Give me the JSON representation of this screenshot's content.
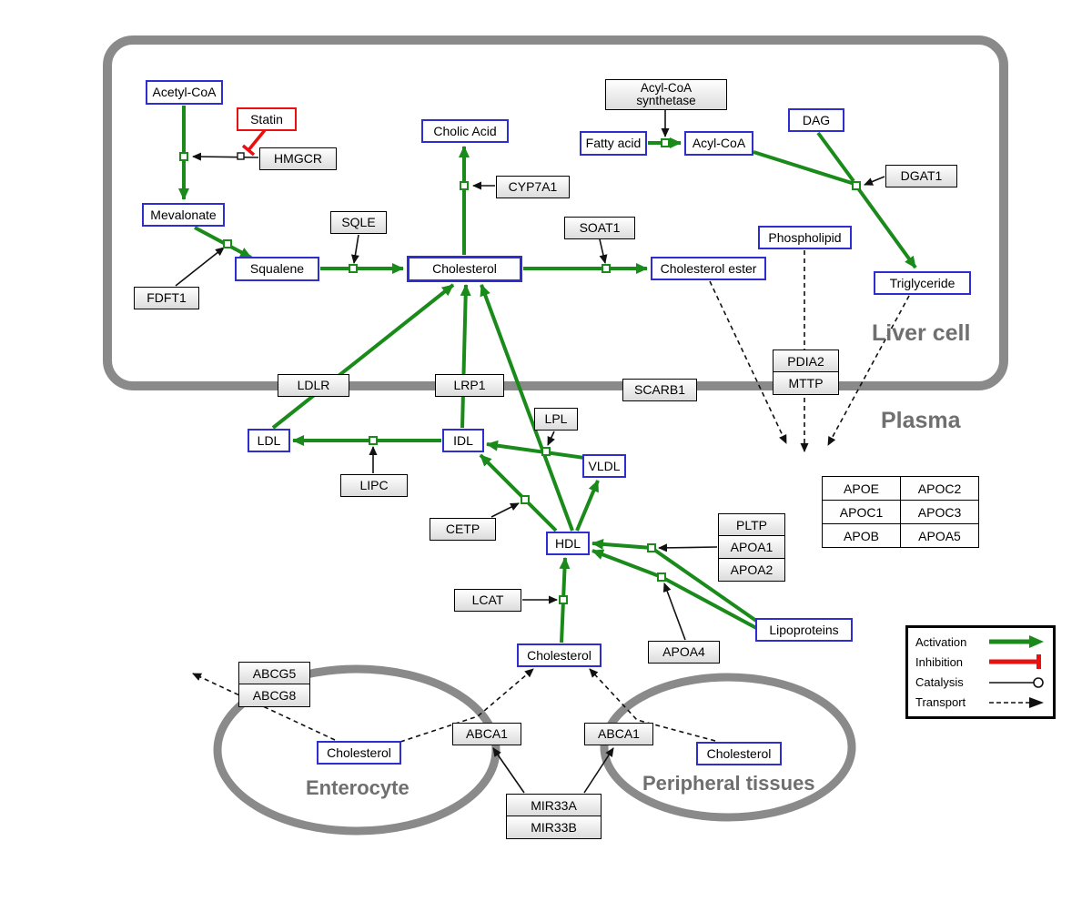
{
  "regions": {
    "liver_cell": "Liver cell",
    "plasma": "Plasma",
    "enterocyte": "Enterocyte",
    "peripheral_tissues": "Peripheral tissues"
  },
  "metabolites": {
    "acetyl_coa": "Acetyl-CoA",
    "mevalonate": "Mevalonate",
    "squalene": "Squalene",
    "cholesterol": "Cholesterol",
    "cholic_acid": "Cholic Acid",
    "fatty_acid": "Fatty acid",
    "acyl_coa": "Acyl-CoA",
    "dag": "DAG",
    "phospholipid": "Phospholipid",
    "cholesterol_ester": "Cholesterol ester",
    "triglyceride": "Triglyceride",
    "ldl": "LDL",
    "idl": "IDL",
    "vldl": "VLDL",
    "hdl": "HDL",
    "lipoproteins": "Lipoproteins"
  },
  "drugs": {
    "statin": "Statin"
  },
  "proteins": {
    "hmgcr": "HMGCR",
    "fdft1": "FDFT1",
    "sqle": "SQLE",
    "cyp7a1": "CYP7A1",
    "soat1": "SOAT1",
    "acyl_coa_synthetase_line1": "Acyl-CoA",
    "acyl_coa_synthetase_line2": "synthetase",
    "dgat1": "DGAT1",
    "ldlr": "LDLR",
    "lrp1": "LRP1",
    "scarb1": "SCARB1",
    "pdia2": "PDIA2",
    "mttp": "MTTP",
    "lipc": "LIPC",
    "lpl": "LPL",
    "cetp": "CETP",
    "lcat": "LCAT",
    "pltp": "PLTP",
    "apoa1": "APOA1",
    "apoa2": "APOA2",
    "apoa4": "APOA4",
    "abcg5": "ABCG5",
    "abcg8": "ABCG8",
    "abca1": "ABCA1",
    "mir33a": "MIR33A",
    "mir33b": "MIR33B"
  },
  "apo_table": {
    "rows": [
      [
        "APOE",
        "APOC2"
      ],
      [
        "APOC1",
        "APOC3"
      ],
      [
        "APOB",
        "APOA5"
      ]
    ]
  },
  "legend": {
    "activation": "Activation",
    "inhibition": "Inhibition",
    "catalysis": "Catalysis",
    "transport": "Transport"
  },
  "colors": {
    "activation_green": "#1a8a1a",
    "inhibition_red": "#e81010",
    "metabolite_border_blue": "#2d2dd0",
    "membrane_gray": "#8a8a8a"
  }
}
